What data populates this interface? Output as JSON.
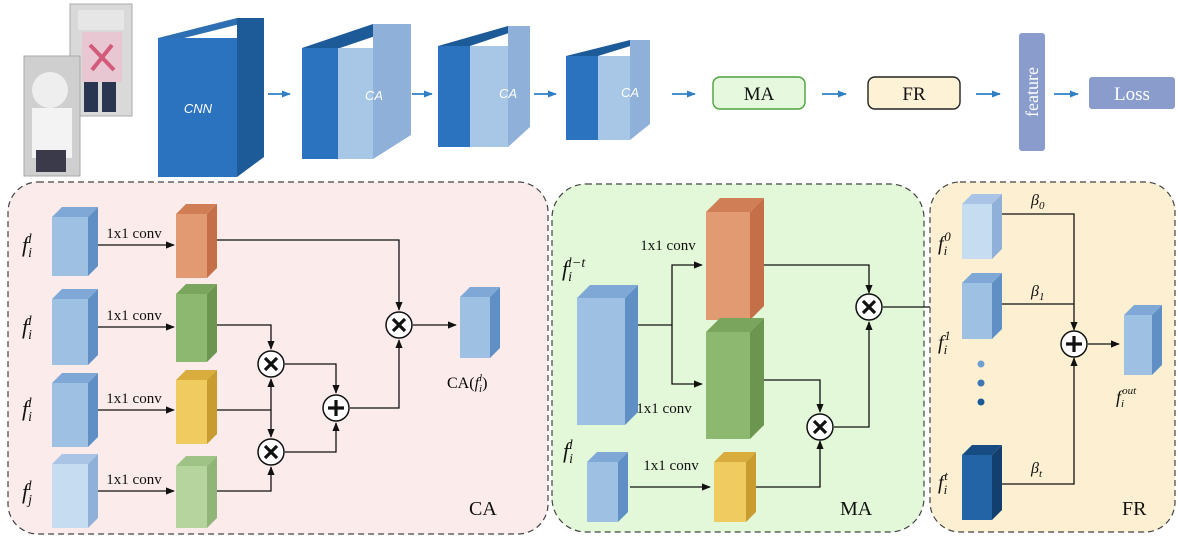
{
  "pipeline": {
    "cnn_label": "CNN",
    "ca_label": "CA",
    "ma_label": "MA",
    "fr_label": "FR",
    "feature_label": "feature",
    "loss_label": "Loss"
  },
  "ca_panel": {
    "title": "CA",
    "conv_label": "1x1 conv",
    "inputs": [
      {
        "sym": "f",
        "sub": "i",
        "sup": "l"
      },
      {
        "sym": "f",
        "sub": "i",
        "sup": "l"
      },
      {
        "sym": "f",
        "sub": "i",
        "sup": "l"
      },
      {
        "sym": "f",
        "sub": "j",
        "sup": "l"
      }
    ],
    "output": {
      "prefix": "CA(",
      "sym": "f",
      "sub": "i",
      "sup": "l",
      "suffix": ")"
    }
  },
  "ma_panel": {
    "title": "MA",
    "conv_label": "1x1 conv",
    "input_a": {
      "sym": "f",
      "sub": "i",
      "sup": "l−t"
    },
    "input_b": {
      "sym": "f",
      "sub": "i",
      "sup": "l"
    }
  },
  "fr_panel": {
    "title": "FR",
    "inputs": [
      {
        "sym": "f",
        "sub": "i",
        "sup": "0"
      },
      {
        "sym": "f",
        "sub": "i",
        "sup": "1"
      },
      {
        "sym": "f",
        "sub": "i",
        "sup": "t"
      }
    ],
    "weights": [
      {
        "sym": "β",
        "sub": "0"
      },
      {
        "sym": "β",
        "sub": "1"
      },
      {
        "sym": "β",
        "sub": "t"
      }
    ],
    "output": {
      "sym": "f",
      "sub": "i",
      "sup": "out"
    }
  },
  "colors": {
    "ca_bg": "#fcebeb",
    "ma_bg": "#e3f8d8",
    "fr_bg": "#fdf0d2",
    "ma_pill": "#e6f9de",
    "fr_pill": "#fdf1d6",
    "feature_bar": "#8a9ccb",
    "loss_box": "#8a9ccb",
    "orange": "#e29a73",
    "green": "#8db870",
    "yellow": "#e9c35a",
    "light_green": "#b5d49e",
    "blue": "#9ec0e2",
    "dark_blue": "#1d5a98"
  }
}
